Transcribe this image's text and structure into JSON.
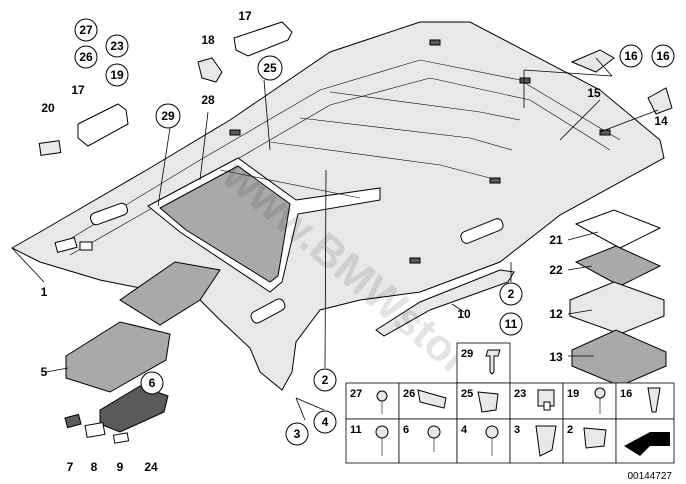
{
  "diagram": {
    "watermark": "www.BMWstore.pl",
    "document_id": "00144727",
    "callouts": {
      "c27": "27",
      "c26": "26",
      "c23": "23",
      "c19": "19",
      "c17a": "17",
      "c17b": "17",
      "c20": "20",
      "c18": "18",
      "c25": "25",
      "c28": "28",
      "c29": "29",
      "c16a": "16",
      "c16b": "16",
      "c15": "15",
      "c14": "14",
      "c21": "21",
      "c22": "22",
      "c12": "12",
      "c13": "13",
      "c2a": "2",
      "c11": "11",
      "c10": "10",
      "c1": "1",
      "c5": "5",
      "c6": "6",
      "c7": "7",
      "c8": "8",
      "c9": "9",
      "c24": "24",
      "c2b": "2",
      "c3": "3",
      "c4": "4",
      "c29b": "29"
    },
    "parts_table": {
      "row1": [
        "27",
        "26",
        "25",
        "23",
        "19",
        "16"
      ],
      "row2": [
        "11",
        "6",
        "4",
        "3",
        "2"
      ]
    }
  }
}
